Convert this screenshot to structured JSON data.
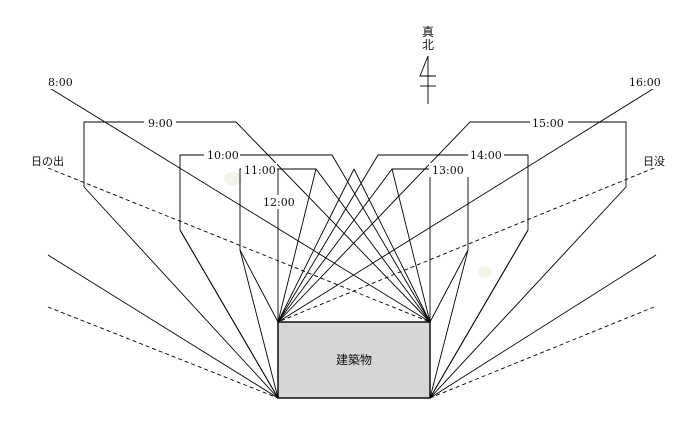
{
  "north": {
    "line1": "真",
    "line2": "北",
    "icon": "north-arrow-icon"
  },
  "building": {
    "label": "建築物",
    "fill": "#d6d6d6"
  },
  "labels": {
    "sunrise": "日の出",
    "sunset": "日没",
    "t8": "8:00",
    "t9": "9:00",
    "t10": "10:00",
    "t11": "11:00",
    "t12": "12:00",
    "t13": "13:00",
    "t14": "14:00",
    "t15": "15:00",
    "t16": "16:00"
  }
}
